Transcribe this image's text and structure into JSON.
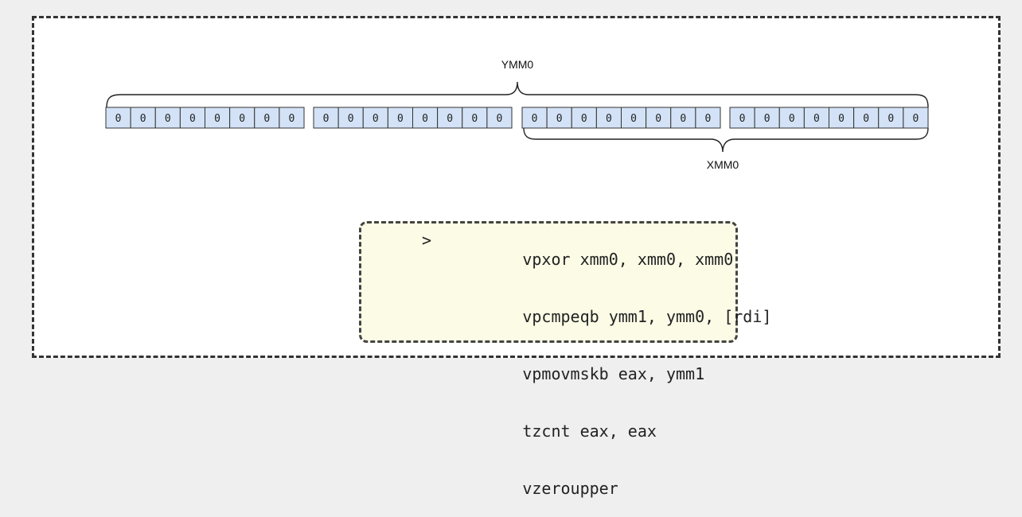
{
  "diagram": {
    "ymm_label": "YMM0",
    "xmm_label": "XMM0",
    "byte_groups": [
      [
        "0",
        "0",
        "0",
        "0",
        "0",
        "0",
        "0",
        "0"
      ],
      [
        "0",
        "0",
        "0",
        "0",
        "0",
        "0",
        "0",
        "0"
      ],
      [
        "0",
        "0",
        "0",
        "0",
        "0",
        "0",
        "0",
        "0"
      ],
      [
        "0",
        "0",
        "0",
        "0",
        "0",
        "0",
        "0",
        "0"
      ]
    ]
  },
  "code": {
    "current_marker": ">",
    "current_line_index": 0,
    "lines": [
      "vpxor xmm0, xmm0, xmm0",
      "vpcmpeqb ymm1, ymm0, [rdi]",
      "vpmovmskb eax, ymm1",
      "tzcnt eax, eax",
      "vzeroupper"
    ]
  },
  "colors": {
    "cell_fill": "#d3e2f6",
    "code_bg": "#fbfbe6",
    "frame_bg": "#ffffff",
    "page_bg": "#efefef"
  }
}
